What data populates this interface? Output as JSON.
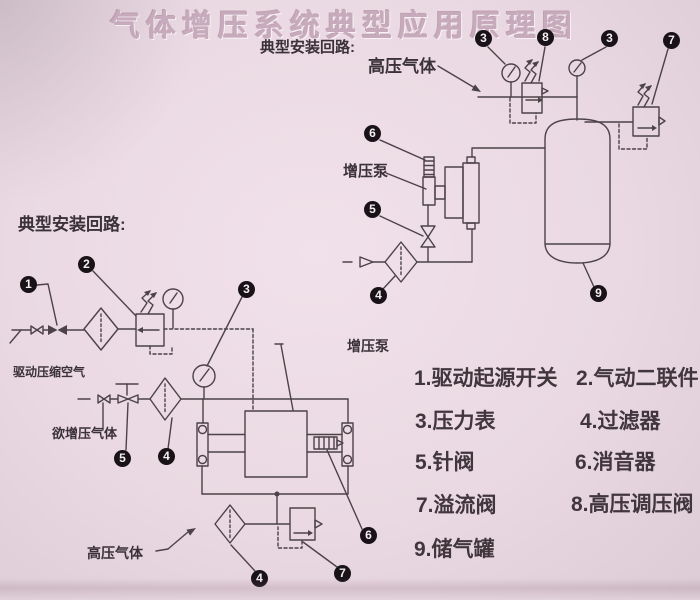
{
  "title": "气体增压系统典型应用原理图",
  "top_circuit": {
    "heading": "典型安装回路:",
    "high_pressure_gas_label": "高压气体",
    "booster_pump_label": "增压泵"
  },
  "left_circuit": {
    "heading": "典型安装回路:",
    "drive_air_label": "驱动压缩空气",
    "gas_to_boost_label": "欲增压气体",
    "booster_pump_label": "增压泵",
    "high_pressure_gas_label": "高压气体"
  },
  "callouts": [
    {
      "num": "3"
    },
    {
      "num": "8"
    },
    {
      "num": "3"
    },
    {
      "num": "7"
    },
    {
      "num": "6"
    },
    {
      "num": "5"
    },
    {
      "num": "4"
    },
    {
      "num": "9"
    },
    {
      "num": "1"
    },
    {
      "num": "2"
    },
    {
      "num": "3"
    },
    {
      "num": "5"
    },
    {
      "num": "4"
    },
    {
      "num": "4"
    },
    {
      "num": "7"
    },
    {
      "num": "6"
    }
  ],
  "legend": {
    "items": [
      {
        "num": "1",
        "label": "驱动起源开关",
        "text": "1.驱动起源开关"
      },
      {
        "num": "2",
        "label": "气动二联件",
        "text": "2.气动二联件"
      },
      {
        "num": "3",
        "label": "压力表",
        "text": "3.压力表"
      },
      {
        "num": "4",
        "label": "过滤器",
        "text": "4.过滤器"
      },
      {
        "num": "5",
        "label": "针阀",
        "text": "5.针阀"
      },
      {
        "num": "6",
        "label": "消音器",
        "text": "6.消音器"
      },
      {
        "num": "7",
        "label": "溢流阀",
        "text": "7.溢流阀"
      },
      {
        "num": "8",
        "label": "高压调压阀",
        "text": "8.高压调压阀"
      },
      {
        "num": "9",
        "label": "储气罐",
        "text": "9.储气罐"
      }
    ]
  },
  "colors": {
    "background": "#e9d8e1",
    "line": "#4c4248",
    "title": "#c7abbc",
    "text": "#3b3138"
  }
}
